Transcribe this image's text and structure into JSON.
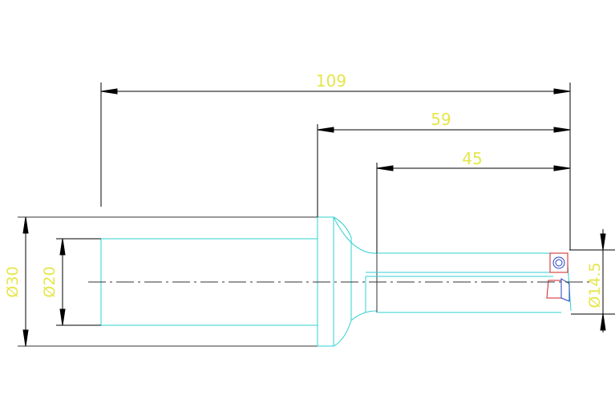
{
  "dimensions": {
    "overall_length": "109",
    "mid_length": "59",
    "flute_length": "45",
    "shank_diameter": "Ø30",
    "bore_diameter": "Ø20",
    "tip_diameter": "Ø14.5"
  },
  "colors": {
    "background": "#ffffff",
    "dimension_line": "#000000",
    "dimension_text": "#e6e64a",
    "part_outline": "#2fd0d0",
    "insert_red": "#d02020",
    "insert_blue": "#2040c0"
  }
}
